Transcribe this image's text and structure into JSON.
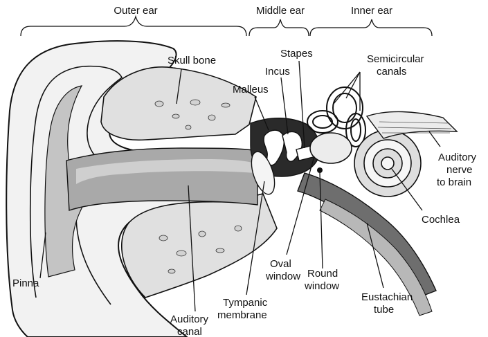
{
  "sections": {
    "outer": "Outer ear",
    "middle": "Middle ear",
    "inner": "Inner ear"
  },
  "labels": {
    "skull_bone": "Skull bone",
    "stapes": "Stapes",
    "incus": "Incus",
    "malleus": "Malleus",
    "semicircular_1": "Semicircular",
    "semicircular_2": "canals",
    "auditory_nerve_1": "Auditory",
    "auditory_nerve_2": "nerve",
    "auditory_nerve_3": "to brain",
    "cochlea": "Cochlea",
    "oval_window_1": "Oval",
    "oval_window_2": "window",
    "round_window_1": "Round",
    "round_window_2": "window",
    "eustachian_1": "Eustachian",
    "eustachian_2": "tube",
    "tympanic_1": "Tympanic",
    "tympanic_2": "membrane",
    "auditory_canal_1": "Auditory",
    "auditory_canal_2": "canal",
    "pinna": "Pinna"
  },
  "colors": {
    "skin": "#f2f2f2",
    "bone": "#e0e0e0",
    "canal": "#a9a9a9",
    "cavity": "#2a2a2a",
    "tube": "#6e6e6e",
    "line": "#111111"
  }
}
